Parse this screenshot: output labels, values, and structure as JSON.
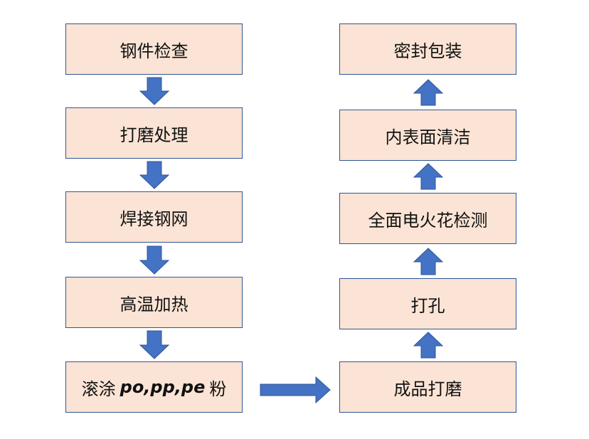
{
  "diagram": {
    "left_column": [
      {
        "id": "step-1",
        "label": "钢件检查"
      },
      {
        "id": "step-2",
        "label": "打磨处理"
      },
      {
        "id": "step-3",
        "label": "焊接钢网"
      },
      {
        "id": "step-4",
        "label": "高温加热"
      },
      {
        "id": "step-5",
        "label_prefix": "滚涂",
        "label_italic": "po,pp,pe",
        "label_suffix": "粉"
      }
    ],
    "right_column": [
      {
        "id": "step-6",
        "label": "成品打磨"
      },
      {
        "id": "step-7",
        "label": "打孔"
      },
      {
        "id": "step-8",
        "label": "全面电火花检测"
      },
      {
        "id": "step-9",
        "label": "内表面清洁"
      },
      {
        "id": "step-10",
        "label": "密封包装"
      }
    ],
    "colors": {
      "box_fill": "#fbe4d5",
      "box_border": "#2f5597",
      "arrow": "#4472c4"
    }
  }
}
